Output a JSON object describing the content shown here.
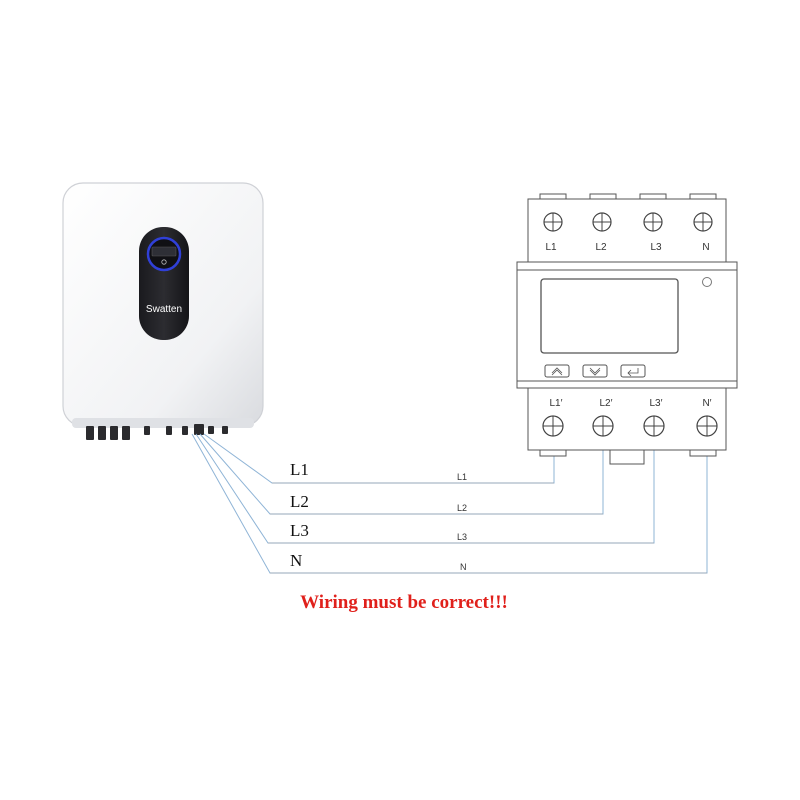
{
  "inverter": {
    "brand": "Swatten"
  },
  "meter": {
    "top_terminals": [
      "L1",
      "L2",
      "L3",
      "N"
    ],
    "bottom_terminals": [
      "L1′",
      "L2′",
      "L3′",
      "N′"
    ],
    "buttons": [
      "up-arrow-icon",
      "down-arrow-icon",
      "enter-icon"
    ]
  },
  "wires": {
    "left_labels": [
      "L1",
      "L2",
      "L3",
      "N"
    ],
    "line_labels": [
      "L1",
      "L2",
      "L3",
      "N"
    ]
  },
  "warning": "Wiring must be correct!!!",
  "colors": {
    "warning": "#e0201b",
    "wire": "#8fb4d6",
    "meter_outline": "#555555",
    "display_accent": "#2a3bd0"
  }
}
